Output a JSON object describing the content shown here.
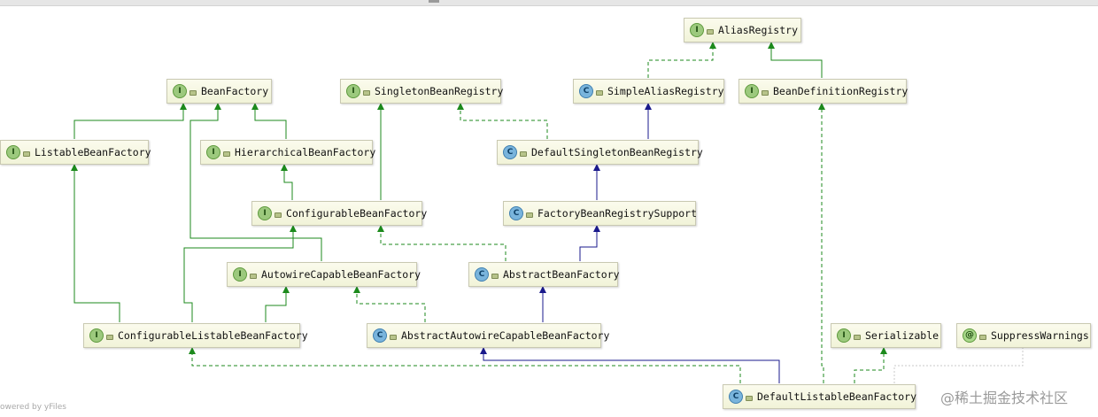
{
  "nodes": [
    {
      "name": "AliasRegistry",
      "kind": "interface"
    },
    {
      "name": "BeanFactory",
      "kind": "interface"
    },
    {
      "name": "SingletonBeanRegistry",
      "kind": "interface"
    },
    {
      "name": "SimpleAliasRegistry",
      "kind": "class"
    },
    {
      "name": "BeanDefinitionRegistry",
      "kind": "interface"
    },
    {
      "name": "ListableBeanFactory",
      "kind": "interface"
    },
    {
      "name": "HierarchicalBeanFactory",
      "kind": "interface"
    },
    {
      "name": "DefaultSingletonBeanRegistry",
      "kind": "class"
    },
    {
      "name": "ConfigurableBeanFactory",
      "kind": "interface"
    },
    {
      "name": "FactoryBeanRegistrySupport",
      "kind": "class"
    },
    {
      "name": "AutowireCapableBeanFactory",
      "kind": "interface"
    },
    {
      "name": "AbstractBeanFactory",
      "kind": "abstract-class"
    },
    {
      "name": "ConfigurableListableBeanFactory",
      "kind": "interface"
    },
    {
      "name": "AbstractAutowireCapableBeanFactory",
      "kind": "abstract-class"
    },
    {
      "name": "Serializable",
      "kind": "interface"
    },
    {
      "name": "SuppressWarnings",
      "kind": "annotation"
    },
    {
      "name": "DefaultListableBeanFactory",
      "kind": "class"
    }
  ],
  "badges": {
    "interface": "I",
    "class": "C",
    "abstract-class": "C",
    "annotation": "@"
  },
  "colors": {
    "interface_relation": "#1c8a1c",
    "class_inheritance": "#1a1a8c",
    "annotation_relation": "#c8c8c8"
  },
  "footer": "owered by yFiles",
  "watermark": "@稀土掘金技术社区"
}
